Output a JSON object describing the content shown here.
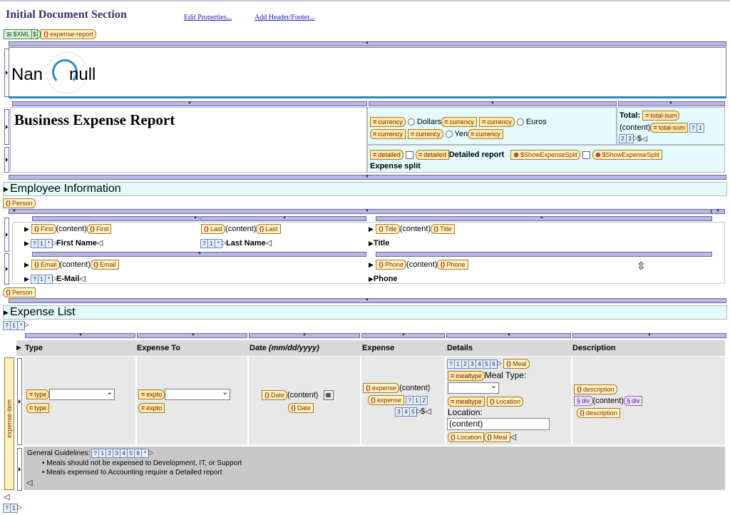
{
  "header": {
    "title": "Initial Document Section",
    "edit_properties": "Edit Properties...",
    "add_header_footer": "Add Header/Footer..."
  },
  "root_tags": {
    "xml": "$XML",
    "xml_badge": "$",
    "expense_report": "expense-report"
  },
  "logo": {
    "left": "Nan",
    "right": "null"
  },
  "report": {
    "title": "Business Expense Report",
    "currency_tag": "currency",
    "dollars": "Dollars",
    "euros": "Euros",
    "yen": "Yen",
    "currency_suffix": "$",
    "total_label": "Total:",
    "total_sum_tag": "total-sum",
    "content_label": "(content)",
    "total_suffix": "$",
    "detailed_tag": "detailed",
    "detailed_report": "Detailed report",
    "show_split_tag": "$ShowExpenseSplit",
    "expense_split": "Expense split"
  },
  "employee": {
    "section_title": "Employee Information",
    "person_tag": "Person",
    "first_tag": "First",
    "last_tag": "Last",
    "title_tag": "Title",
    "email_tag": "Email",
    "phone_tag": "Phone",
    "content": "(content)",
    "first_name": "First Name",
    "last_name": "Last Name",
    "title": "Title",
    "email": "E-Mail",
    "phone": "Phone"
  },
  "expense_list": {
    "section_title": "Expense List",
    "columns": [
      "Type",
      "Expense To",
      "Date (mm/dd/yyyy)",
      "Expense",
      "Details",
      "Description"
    ],
    "side_tag": "expense-item",
    "type_tag": "type",
    "expto_tag": "expto",
    "date_tag": "Date",
    "expense_tag": "expense",
    "meal_tag": "Meal",
    "mealtype_tag": "mealtype",
    "meal_type_label": "Meal Type:",
    "location_tag": "Location",
    "location_label": "Location:",
    "location_value": "(content)",
    "description_tag": "description",
    "div_tag": "div",
    "content": "(content)",
    "currency_suffix": "$",
    "guidelines_label": "General Guidelines:",
    "guidelines": [
      "Meals should not be expensed to Development, IT, or Support",
      "Meals expensed to Accounting require a Detailed report"
    ]
  },
  "counters": {
    "one": "1",
    "two": "2",
    "three": "3",
    "four": "4",
    "five": "5",
    "six": "6",
    "q": "?",
    "star": "*"
  },
  "colors": {
    "section_bg": "#e3fbfd",
    "tag_bg": "#fff3bf",
    "layout_bar": "#b8b8e8",
    "header_title": "#34346a"
  }
}
